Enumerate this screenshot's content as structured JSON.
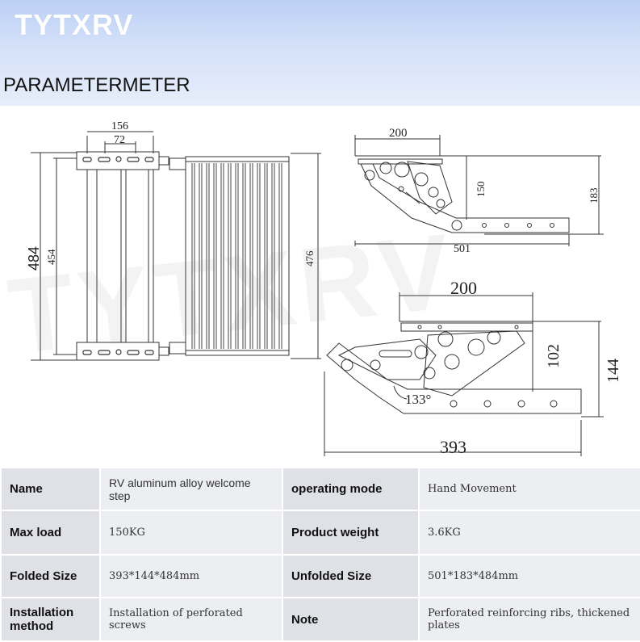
{
  "header": {
    "brand": "TYTXRV",
    "section_title": "PARAMETERMETER"
  },
  "watermark": "TYTXRV",
  "drawings": {
    "top_view": {
      "dim_156": "156",
      "dim_72": "72",
      "dim_484": "484",
      "dim_454": "454",
      "dim_476": "476"
    },
    "unfolded_side": {
      "dim_200": "200",
      "dim_150": "150",
      "dim_183": "183",
      "dim_501": "501"
    },
    "folded_side": {
      "dim_200": "200",
      "dim_102": "102",
      "dim_144": "144",
      "dim_393": "393",
      "dim_133": "133°"
    }
  },
  "params": {
    "rows": [
      {
        "l1": "Name",
        "v1": "RV aluminum alloy welcome step",
        "l2": "operating mode",
        "v2": "Hand Movement"
      },
      {
        "l1": "Max load",
        "v1": "150KG",
        "l2": "Product weight",
        "v2": "3.6KG"
      },
      {
        "l1": "Folded Size",
        "v1": "393*144*484mm",
        "l2": "Unfolded Size",
        "v2": "501*183*484mm"
      },
      {
        "l1": "Installation method",
        "v1": "Installation of perforated screws",
        "l2": "Note",
        "v2": "Perforated reinforcing ribs, thickened plates"
      }
    ]
  }
}
